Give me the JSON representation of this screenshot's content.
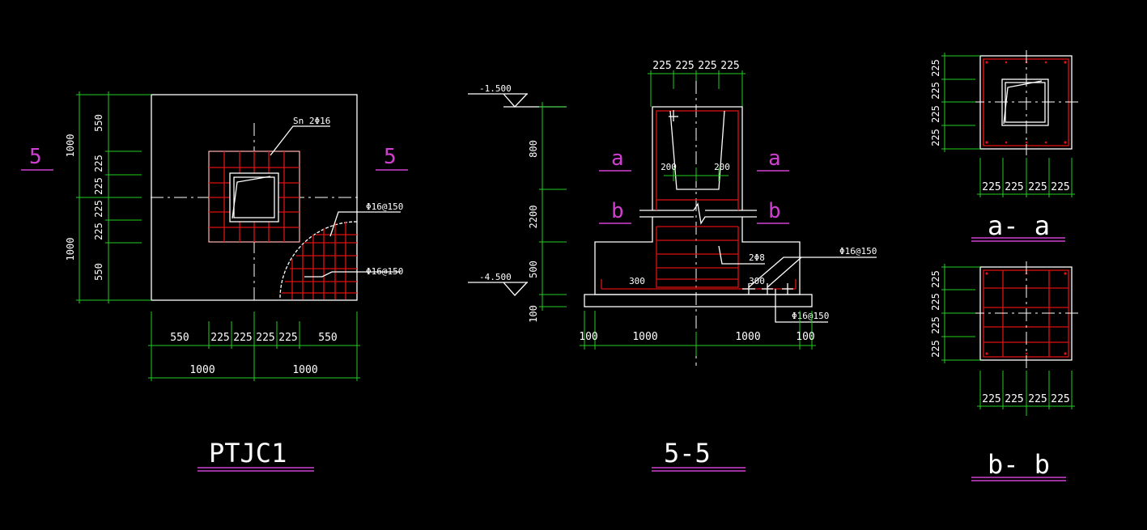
{
  "colors": {
    "background": "#000000",
    "outline": "#ffffff",
    "dimension": "#22cc22",
    "rebar": "#dd1111",
    "section_mark": "#d040d0"
  },
  "plan": {
    "title": "PTJC1",
    "section_marks": [
      "5",
      "5"
    ],
    "bottom_dims_row1": [
      "550",
      "225",
      "225",
      "225",
      "225",
      "550"
    ],
    "bottom_dims_row2": [
      "1000",
      "1000"
    ],
    "left_dims_inner": [
      "550",
      "225",
      "225",
      "225",
      "225",
      "550"
    ],
    "left_dims_outer": [
      "1000",
      "1000"
    ],
    "note_column_bars": "Sn 2Φ16",
    "note_bars_1": "Φ16@150",
    "note_bars_2": "Φ16@150"
  },
  "section55": {
    "title": "5-5",
    "top_dims": [
      "225",
      "225",
      "225",
      "225"
    ],
    "level_top": "-1.500",
    "level_bottom": "-4.500",
    "left_dims": [
      "800",
      "2200",
      "500",
      "100"
    ],
    "bottom_dims": [
      "100",
      "1000",
      "1000",
      "100"
    ],
    "cut_a": [
      "a",
      "a"
    ],
    "cut_b": [
      "b",
      "b"
    ],
    "dim_200_left": "200",
    "dim_200_right": "200",
    "dim_300_left": "300",
    "dim_300_right": "300",
    "note_2phi8": "2Φ8",
    "note_bars_1": "Φ16@150",
    "note_bars_2": "Φ16@150"
  },
  "section_aa": {
    "title": "a- a",
    "left_dims": [
      "225",
      "225",
      "225",
      "225"
    ],
    "bottom_dims": [
      "225",
      "225",
      "225",
      "225"
    ]
  },
  "section_bb": {
    "title": "b- b",
    "left_dims": [
      "225",
      "225",
      "225",
      "225"
    ],
    "bottom_dims": [
      "225",
      "225",
      "225",
      "225"
    ]
  }
}
